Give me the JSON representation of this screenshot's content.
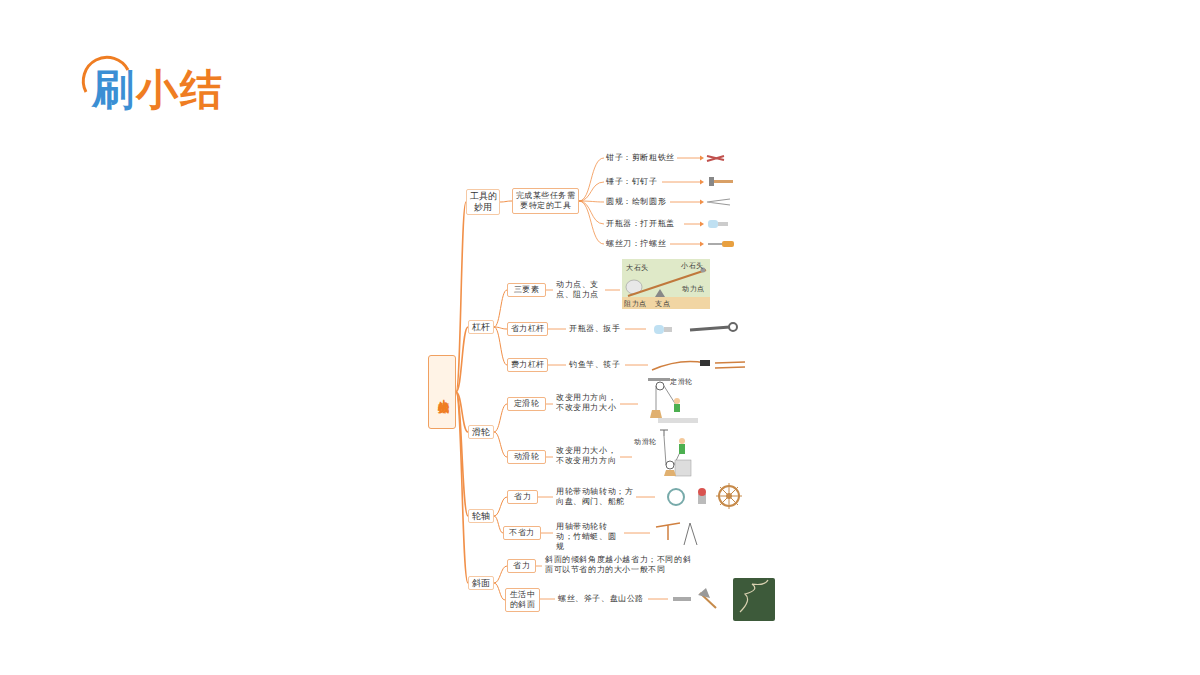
{
  "diagram": {
    "title": "刷小结",
    "nodes": [
      {
        "text": [
          "小小机械师"
        ]
      },
      {
        "text": [
          "工具的妙用"
        ]
      },
      {
        "text": [
          "完成某些任务需要特定的工具"
        ]
      },
      {
        "text": [
          "杠杆"
        ]
      },
      {
        "text": [
          "三要素"
        ]
      },
      {
        "text": [
          "省力杠杆"
        ]
      },
      {
        "text": [
          "费力杠杆"
        ]
      },
      {
        "text": [
          "滑轮"
        ]
      },
      {
        "text": [
          "定滑轮"
        ]
      },
      {
        "text": [
          "动滑轮"
        ]
      },
      {
        "text": [
          "轮轴"
        ]
      },
      {
        "text": [
          "省力"
        ]
      },
      {
        "text": [
          "不省力"
        ]
      },
      {
        "text": [
          "斜面"
        ]
      },
      {
        "text": [
          "省力"
        ]
      },
      {
        "text": [
          "生活中的斜面"
        ]
      }
    ],
    "edges": [
      {
        "from": 0,
        "to": 1,
        "arrow": "none"
      },
      {
        "from": 0,
        "to": 3,
        "arrow": "none"
      },
      {
        "from": 0,
        "to": 7,
        "arrow": "none"
      },
      {
        "from": 0,
        "to": 10,
        "arrow": "none"
      },
      {
        "from": 0,
        "to": 13,
        "arrow": "none"
      },
      {
        "from": 1,
        "to": 2,
        "arrow": "none"
      },
      {
        "from": 3,
        "to": 4,
        "arrow": "none"
      },
      {
        "from": 3,
        "to": 5,
        "arrow": "none"
      },
      {
        "from": 3,
        "to": 6,
        "arrow": "none"
      },
      {
        "from": 7,
        "to": 8,
        "arrow": "none"
      },
      {
        "from": 7,
        "to": 9,
        "arrow": "none"
      },
      {
        "from": 10,
        "to": 11,
        "arrow": "none"
      },
      {
        "from": 10,
        "to": 12,
        "arrow": "none"
      },
      {
        "from": 13,
        "to": 14,
        "arrow": "none"
      },
      {
        "from": 13,
        "to": 15,
        "arrow": "none"
      }
    ],
    "labels": [
      "钳子：剪断粗铁丝",
      "锤子：钉钉子",
      "圆规：绘制圆形",
      "开瓶器：打开瓶盖",
      "螺丝刀：拧螺丝",
      "动力点、支点、阻力点",
      "大石头",
      "小石头",
      "动力点",
      "阻力点",
      "支点",
      "开瓶器、扳手",
      "钓鱼竿、筷子",
      "改变用力方向，不改变用力大小",
      "定滑轮",
      "改变用力大小，不改变用力方向",
      "动滑轮",
      "用轮带动轴转动；方向盘、阀门、船舵",
      "用轴带动轮转动；竹蜻蜓、圆规",
      "斜面的倾斜角度越小越省力；不同的斜面可以节省的力的大小一般不同",
      "螺丝、斧子、盘山公路"
    ]
  }
}
